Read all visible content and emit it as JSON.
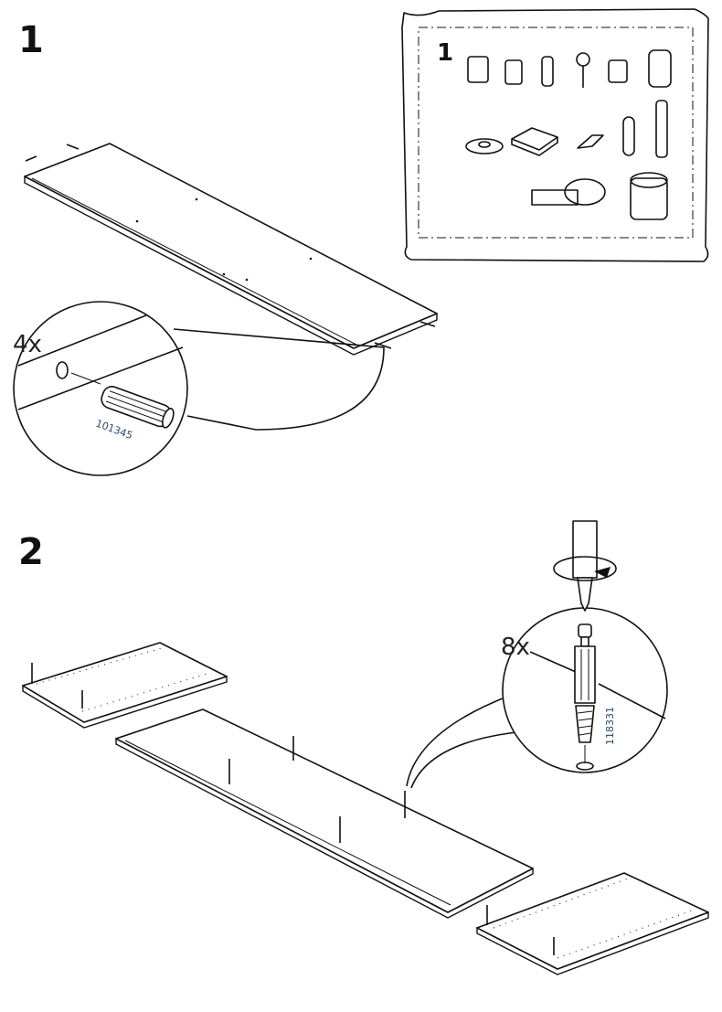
{
  "step1": {
    "number": "1",
    "bag_label": "1",
    "dowel_quantity": "4x",
    "dowel_part_number": "101345"
  },
  "step2": {
    "number": "2",
    "cam_bolt_quantity": "8x",
    "cam_bolt_part_number": "118331"
  }
}
